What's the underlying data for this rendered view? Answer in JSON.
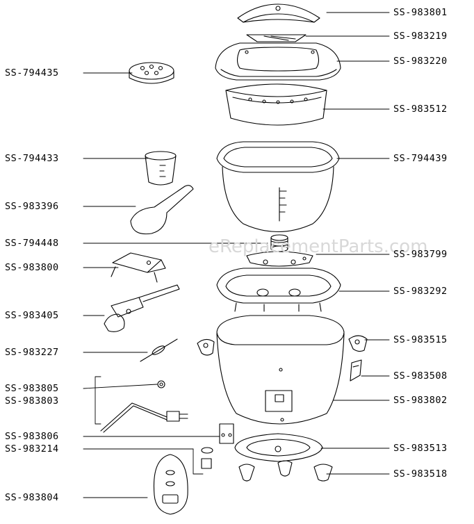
{
  "watermark": "eReplacementParts.com",
  "parts": {
    "left": [
      {
        "label": "SS-794435",
        "part": "steam-vent-cap"
      },
      {
        "label": "SS-794433",
        "part": "measuring-cup"
      },
      {
        "label": "SS-983396",
        "part": "rice-paddle"
      },
      {
        "label": "SS-794448",
        "part": "thermostat-spring"
      },
      {
        "label": "SS-983800",
        "part": "switch-cover"
      },
      {
        "label": "SS-983405",
        "part": "switch-assembly"
      },
      {
        "label": "SS-983227",
        "part": "thermal-fuse"
      },
      {
        "label": "SS-983805",
        "part": "nut"
      },
      {
        "label": "SS-983803",
        "part": "power-cord"
      },
      {
        "label": "SS-983806",
        "part": "terminal-block"
      },
      {
        "label": "SS-983214",
        "part": "indicator-lamp"
      },
      {
        "label": "SS-983804",
        "part": "control-panel"
      }
    ],
    "right": [
      {
        "label": "SS-983801",
        "part": "lid-handle"
      },
      {
        "label": "SS-983219",
        "part": "lid-insert"
      },
      {
        "label": "SS-983220",
        "part": "glass-lid"
      },
      {
        "label": "SS-983512",
        "part": "steamer-basket"
      },
      {
        "label": "SS-794439",
        "part": "cooking-bowl"
      },
      {
        "label": "SS-983799",
        "part": "heating-plate-support"
      },
      {
        "label": "SS-983292",
        "part": "heating-element"
      },
      {
        "label": "SS-983515",
        "part": "side-handle"
      },
      {
        "label": "SS-983508",
        "part": "handle-clip"
      },
      {
        "label": "SS-983802",
        "part": "housing"
      },
      {
        "label": "SS-983513",
        "part": "base-plate"
      },
      {
        "label": "SS-983518",
        "part": "foot"
      }
    ]
  }
}
